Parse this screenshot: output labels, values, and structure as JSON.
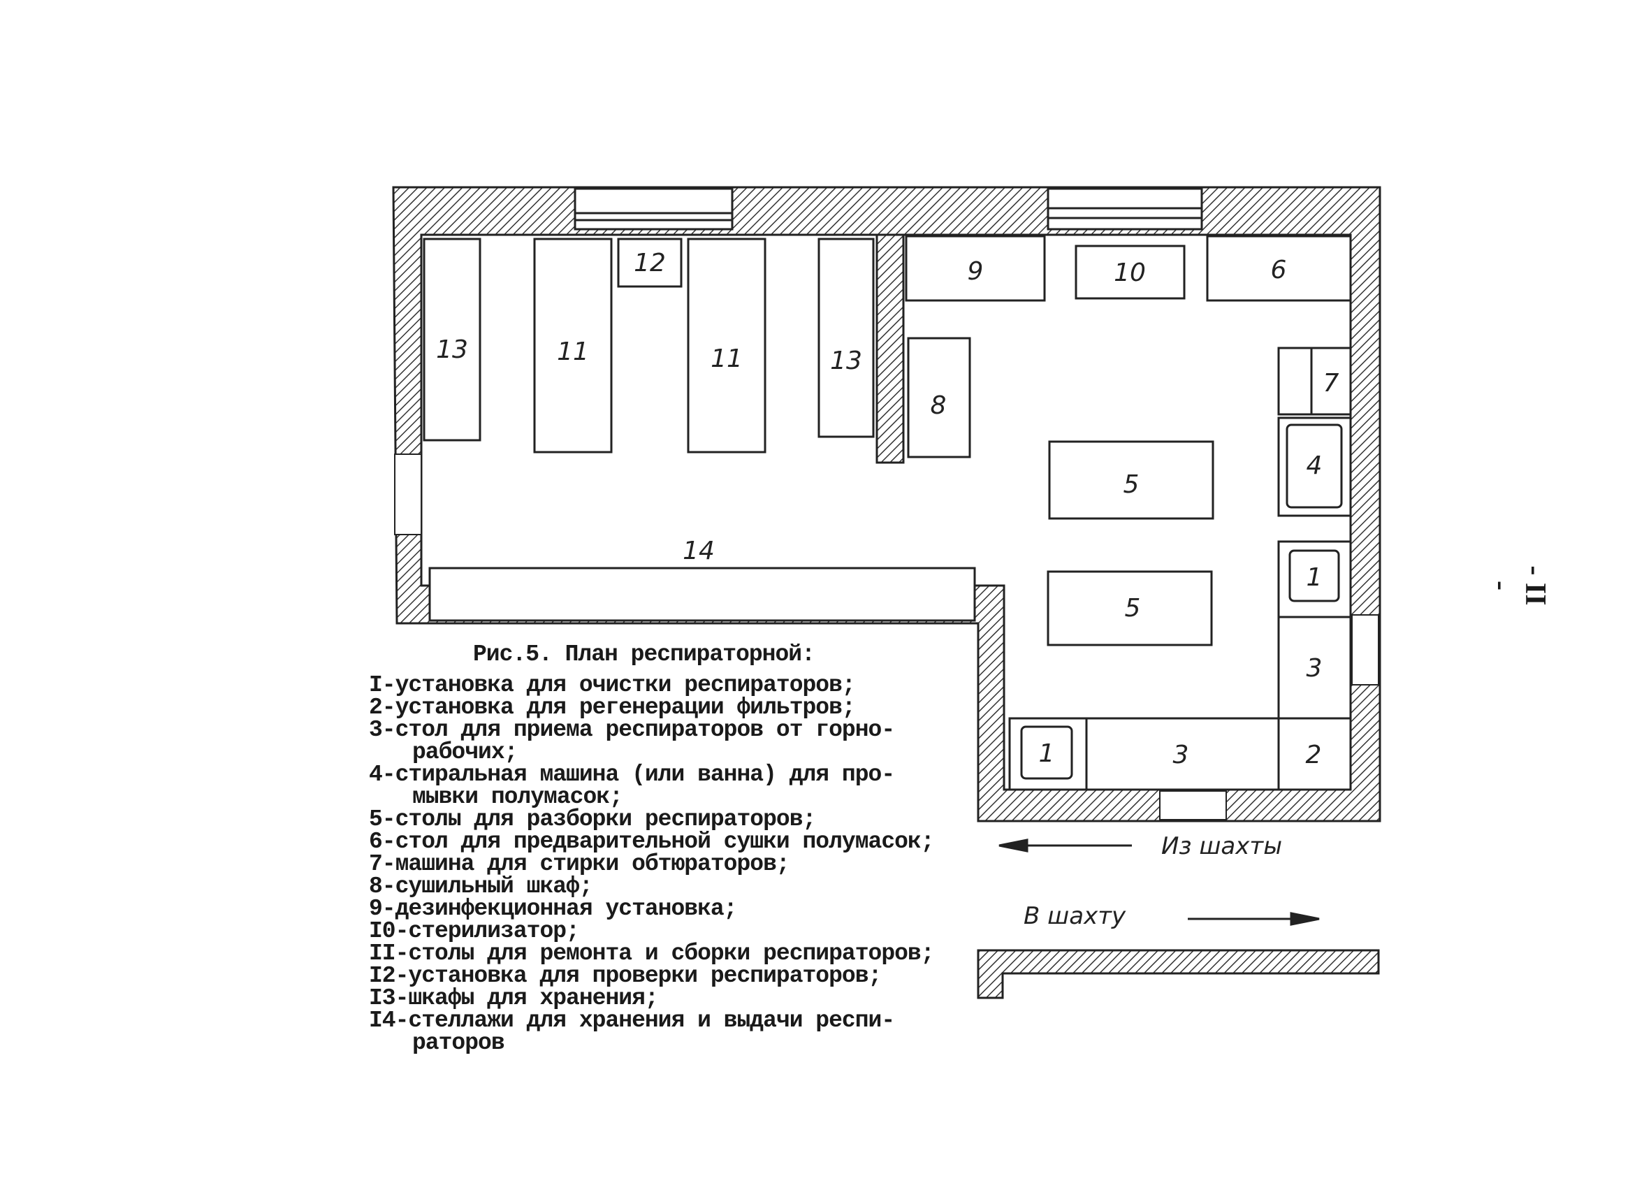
{
  "figure": {
    "caption": "Рис.5. План респираторной:",
    "page_number": "- II -",
    "room_labels": {
      "r13a": "13",
      "r11a": "11",
      "r12": "12",
      "r11b": "11",
      "r13b": "13",
      "r9": "9",
      "r10": "10",
      "r6": "6",
      "r8": "8",
      "r7": "7",
      "r4": "4",
      "r5a": "5",
      "r5b": "5",
      "r14": "14",
      "r1a": "1",
      "r3a": "3",
      "r1b": "1",
      "r3b": "3",
      "r2": "2"
    },
    "from_mine": "Из шахты",
    "to_mine": "В шахту"
  },
  "legend": [
    "I-установка для очистки респираторов;",
    "2-установка для регенерации фильтров;",
    "3-стол для приема респираторов от горно-",
    "рабочих;",
    "4-стиральная машина (или ванна) для про-",
    "мывки полумасок;",
    "5-столы для разборки респираторов;",
    "6-стол для предварительной сушки полумасок;",
    "7-машина для стирки обтюраторов;",
    "8-сушильный шкаф;",
    "9-дезинфекционная установка;",
    "I0-стерилизатор;",
    "II-столы для ремонта и сборки респираторов;",
    "I2-установка для проверки респираторов;",
    "I3-шкафы для хранения;",
    "I4-стеллажи для хранения и выдачи респи-",
    "раторов"
  ]
}
